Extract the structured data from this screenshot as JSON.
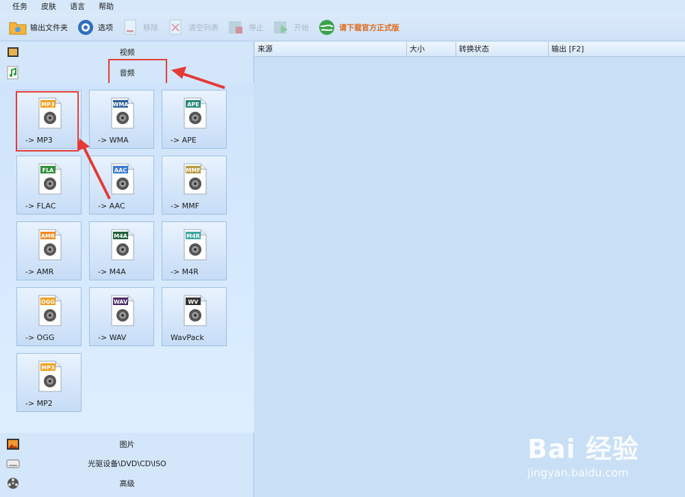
{
  "menu": [
    "任务",
    "皮肤",
    "语言",
    "帮助"
  ],
  "toolbar": {
    "output_folder": "输出文件夹",
    "options": "选项",
    "remove": "移除",
    "clear_list": "清空列表",
    "stop": "停止",
    "start": "开始",
    "download": "请下载官方正式版"
  },
  "categories": {
    "video": "视频",
    "audio": "音频",
    "picture": "图片",
    "optical": "光驱设备\\DVD\\CD\\ISO",
    "advanced": "高级"
  },
  "formats": [
    {
      "tag": "MP3",
      "label": "-> MP3",
      "tag_color": "#f0a020"
    },
    {
      "tag": "WMA",
      "label": "-> WMA",
      "tag_color": "#2e5f9c"
    },
    {
      "tag": "APE",
      "label": "-> APE",
      "tag_color": "#2a8a7a"
    },
    {
      "tag": "FLA",
      "label": "-> FLAC",
      "tag_color": "#2f8f3a"
    },
    {
      "tag": "AAC",
      "label": "-> AAC",
      "tag_color": "#3a78d6"
    },
    {
      "tag": "MMF",
      "label": "-> MMF",
      "tag_color": "#b89a3e"
    },
    {
      "tag": "AMR",
      "label": "-> AMR",
      "tag_color": "#f08a20"
    },
    {
      "tag": "M4A",
      "label": "-> M4A",
      "tag_color": "#1f5f3c"
    },
    {
      "tag": "M4R",
      "label": "-> M4R",
      "tag_color": "#3aa6a0"
    },
    {
      "tag": "OGG",
      "label": "-> OGG",
      "tag_color": "#f0a020"
    },
    {
      "tag": "WAV",
      "label": "-> WAV",
      "tag_color": "#4a2a6a"
    },
    {
      "tag": "WV",
      "label": "WavPack",
      "tag_color": "#333333"
    },
    {
      "tag": "MP3",
      "label": "-> MP2",
      "tag_color": "#f0a020"
    }
  ],
  "table_headers": [
    "来源",
    "大小",
    "转换状态",
    "输出 [F2]"
  ],
  "watermark": {
    "text": "Bai 经验",
    "url": "jingyan.baidu.com"
  }
}
